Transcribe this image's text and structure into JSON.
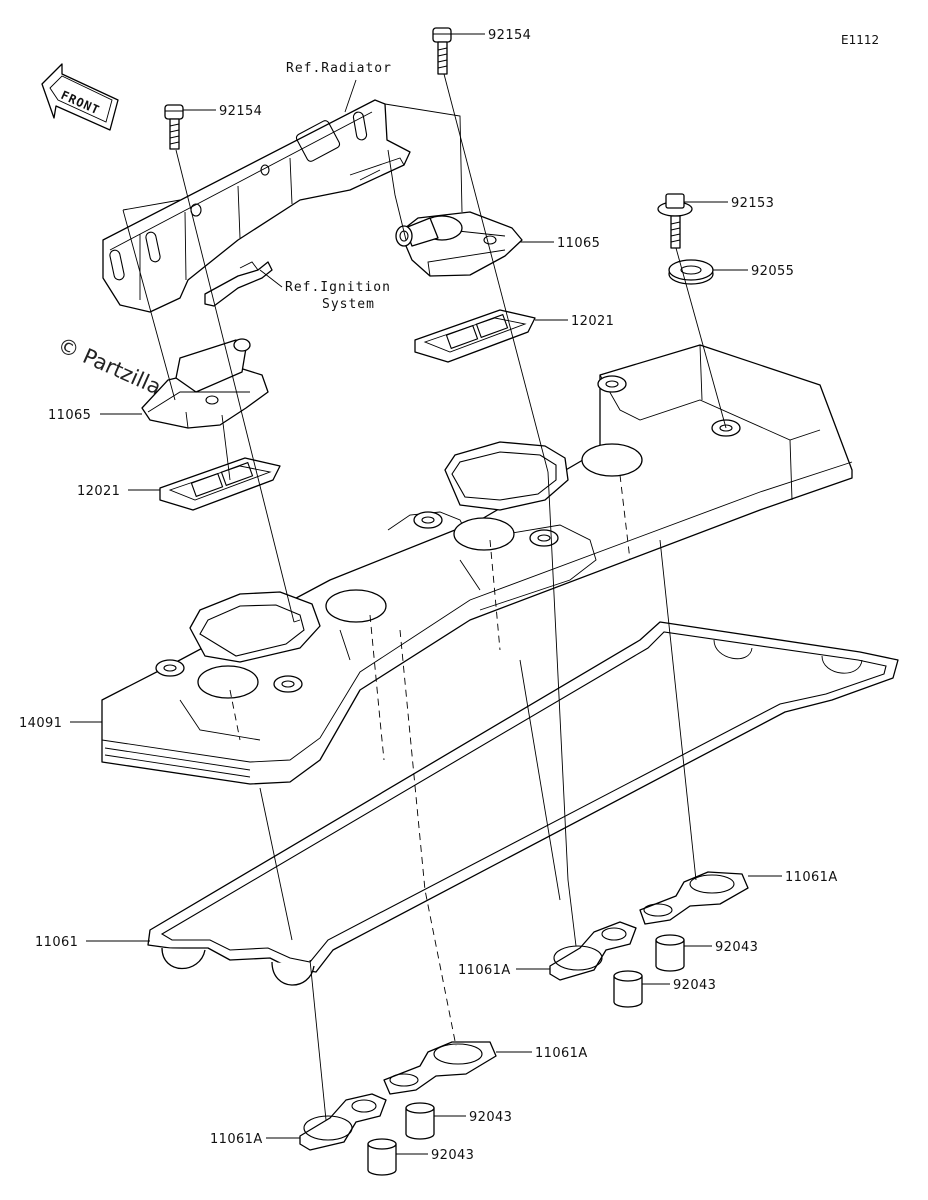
{
  "diagram_code": "E1112",
  "watermark": "© Partzilla.com",
  "front_label": "FRONT",
  "refs": {
    "radiator": "Ref.Radiator",
    "ignition_line1": "Ref.Ignition",
    "ignition_line2": "System"
  },
  "callouts": [
    {
      "id": "bolt-top",
      "label": "92154"
    },
    {
      "id": "bolt-left",
      "label": "92154"
    },
    {
      "id": "bolt-right",
      "label": "92153"
    },
    {
      "id": "washer",
      "label": "92055"
    },
    {
      "id": "breather-cover-right",
      "label": "11065"
    },
    {
      "id": "breather-cover-left",
      "label": "11065"
    },
    {
      "id": "reed-valve-right",
      "label": "12021"
    },
    {
      "id": "reed-valve-left",
      "label": "12021"
    },
    {
      "id": "cylinder-head-cover",
      "label": "14091"
    },
    {
      "id": "cover-gasket",
      "label": "11061"
    },
    {
      "id": "plug-gasket-right-upper",
      "label": "11061A"
    },
    {
      "id": "plug-gasket-right-lower",
      "label": "11061A"
    },
    {
      "id": "plug-gasket-left-upper",
      "label": "11061A"
    },
    {
      "id": "plug-gasket-left-lower",
      "label": "11061A"
    },
    {
      "id": "dowel-right-upper",
      "label": "92043"
    },
    {
      "id": "dowel-right-lower",
      "label": "92043"
    },
    {
      "id": "dowel-left-upper",
      "label": "92043"
    },
    {
      "id": "dowel-left-lower",
      "label": "92043"
    }
  ]
}
